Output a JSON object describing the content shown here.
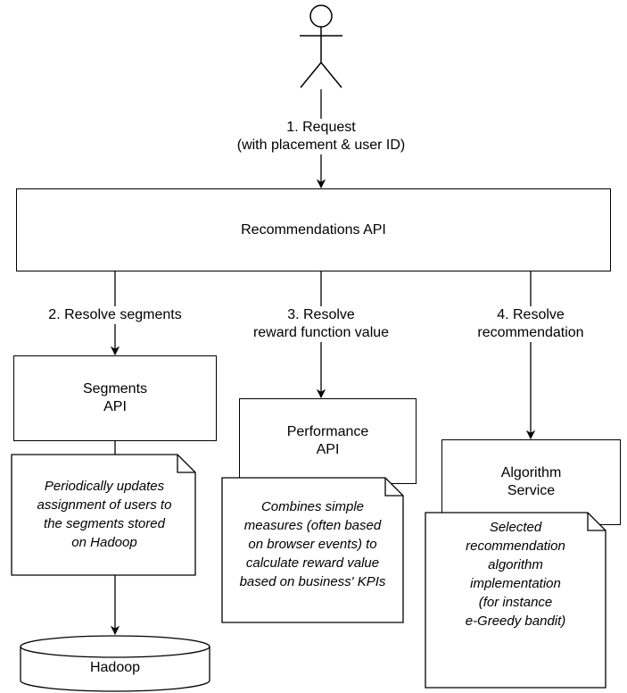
{
  "actor": {
    "icon": "stick-figure-user-icon"
  },
  "edges": {
    "request": "1. Request\n(with placement & user ID)",
    "resolve_segments": "2. Resolve segments",
    "resolve_reward": "3. Resolve\nreward function value",
    "resolve_recommendation": "4. Resolve\nrecommendation"
  },
  "nodes": {
    "recommendations_api": "Recommendations API",
    "segments_api": "Segments\nAPI",
    "performance_api": "Performance\nAPI",
    "algorithm_service": "Algorithm\nService",
    "hadoop": "Hadoop"
  },
  "notes": {
    "segments": "Periodically updates\nassignment of users to\nthe segments stored\non Hadoop",
    "performance": "Combines simple\nmeasures (often based\non browser events) to\ncalculate reward value\nbased on business' KPIs",
    "algorithm": "Selected\nrecommendation\nalgorithm\nimplementation\n(for instance\ne-Greedy bandit)"
  }
}
